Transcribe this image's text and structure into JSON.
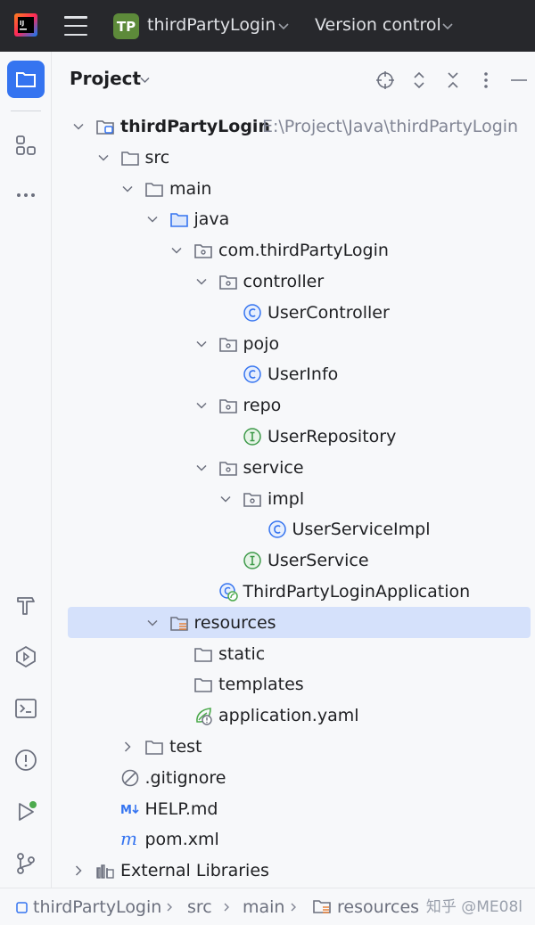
{
  "titlebar": {
    "project_badge": "TP",
    "project_name": "thirdPartyLogin",
    "vcs_label": "Version control",
    "badge_color": "#5d8a3a"
  },
  "panel": {
    "title": "Project"
  },
  "tree": [
    {
      "label": "thirdPartyLogin",
      "path": "E:\\Project\\Java\\thirdPartyLogin",
      "icon": "module-folder-icon",
      "expanded": true
    },
    {
      "label": "src",
      "icon": "folder-icon",
      "expanded": true
    },
    {
      "label": "main",
      "icon": "folder-icon",
      "expanded": true
    },
    {
      "label": "java",
      "icon": "source-folder-icon",
      "expanded": true
    },
    {
      "label": "com.thirdPartyLogin",
      "icon": "package-icon",
      "expanded": true
    },
    {
      "label": "controller",
      "icon": "package-icon",
      "expanded": true
    },
    {
      "label": "UserController",
      "icon": "class-icon"
    },
    {
      "label": "pojo",
      "icon": "package-icon",
      "expanded": true
    },
    {
      "label": "UserInfo",
      "icon": "class-icon"
    },
    {
      "label": "repo",
      "icon": "package-icon",
      "expanded": true
    },
    {
      "label": "UserRepository",
      "icon": "interface-icon"
    },
    {
      "label": "service",
      "icon": "package-icon",
      "expanded": true
    },
    {
      "label": "impl",
      "icon": "package-icon",
      "expanded": true
    },
    {
      "label": "UserServiceImpl",
      "icon": "class-icon"
    },
    {
      "label": "UserService",
      "icon": "interface-icon"
    },
    {
      "label": "ThirdPartyLoginApplication",
      "icon": "spring-app-class-icon"
    },
    {
      "label": "resources",
      "icon": "resources-folder-icon",
      "expanded": true,
      "selected": true
    },
    {
      "label": "static",
      "icon": "folder-icon"
    },
    {
      "label": "templates",
      "icon": "folder-icon"
    },
    {
      "label": "application.yaml",
      "icon": "spring-yaml-icon"
    },
    {
      "label": "test",
      "icon": "folder-icon",
      "expanded": false
    },
    {
      "label": ".gitignore",
      "icon": "ignore-file-icon"
    },
    {
      "label": "HELP.md",
      "icon": "markdown-icon"
    },
    {
      "label": "pom.xml",
      "icon": "maven-icon"
    },
    {
      "label": "External Libraries",
      "icon": "libraries-icon",
      "expanded": false
    }
  ],
  "statusbar": {
    "crumbs": [
      "thirdPartyLogin",
      "src",
      "main",
      "resources"
    ],
    "watermark": "知乎 @ME08l"
  },
  "colors": {
    "accent": "#3574f0",
    "selection": "#d5e1fb",
    "titlebar_bg": "#27282c"
  }
}
